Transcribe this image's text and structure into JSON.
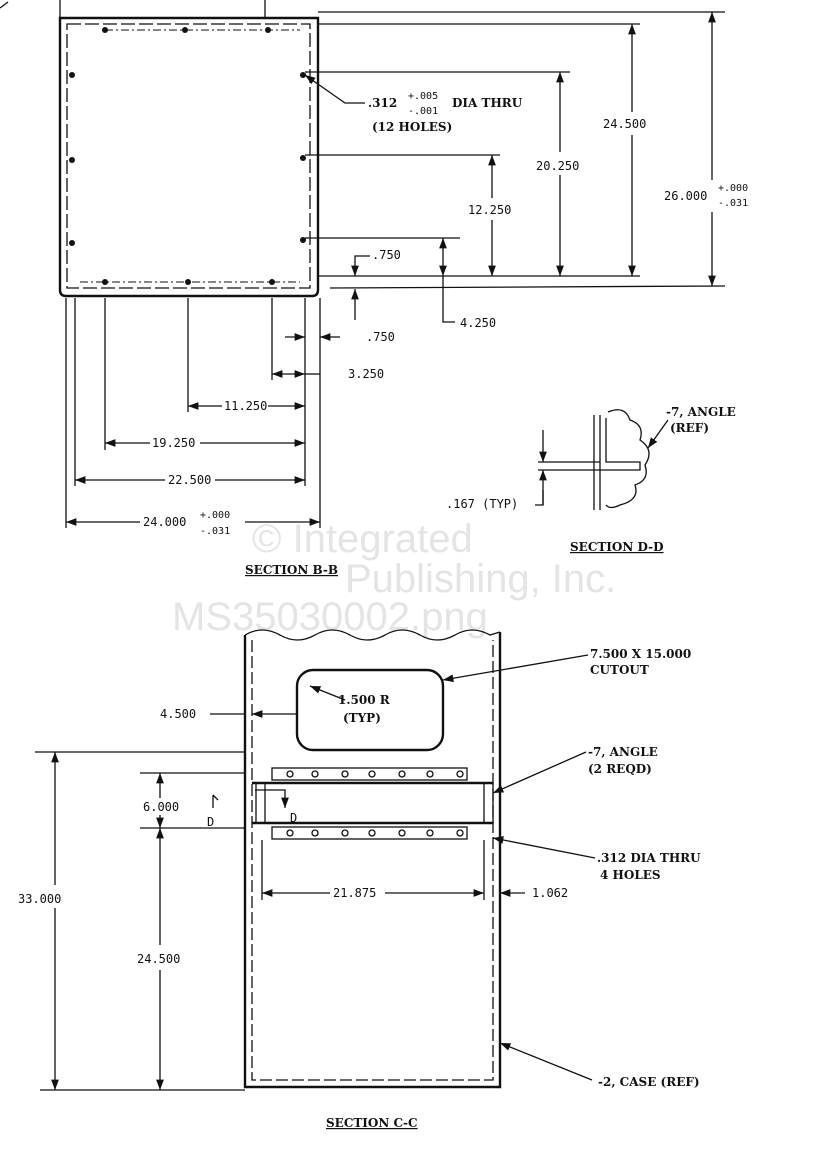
{
  "watermark": {
    "line1": "© Integrated",
    "line2": "Publishing, Inc.",
    "line3": "MS35030002.png"
  },
  "section_bb": {
    "title": "SECTION B-B",
    "hole_note": {
      "size": ".312",
      "tol_plus": "+.005",
      "tol_minus": "-.001",
      "suffix": "DIA THRU",
      "count": "(12 HOLES)"
    },
    "dims": {
      "d24500": "24.500",
      "d20250": "20.250",
      "d12250": "12.250",
      "d750a": ".750",
      "d4250": "4.250",
      "d26000": "26.000",
      "d26_plus": "+.000",
      "d26_minus": "-.031",
      "d750b": ".750",
      "d3250": "3.250",
      "d11250": "11.250",
      "d19250": "19.250",
      "d22500": "22.500",
      "d24000": "24.000",
      "d24_plus": "+.000",
      "d24_minus": "-.031"
    }
  },
  "section_dd": {
    "title": "SECTION D-D",
    "angle_note": "-7, ANGLE",
    "angle_ref": "(REF)",
    "typ": ".167 (TYP)"
  },
  "section_cc": {
    "title": "SECTION C-C",
    "cutout_note": "7.500 X 15.000",
    "cutout_label": "CUTOUT",
    "radius": "1.500 R",
    "radius_typ": "(TYP)",
    "angle_note": "-7, ANGLE",
    "angle_qty": "(2 REQD)",
    "hole_note": ".312 DIA THRU",
    "hole_count": "4 HOLES",
    "case_note": "-2, CASE (REF)",
    "section_mark": "D",
    "dims": {
      "d4500": "4.500",
      "d6000": "6.000",
      "d33000": "33.000",
      "d24500": "24.500",
      "d21875": "21.875",
      "d1062": "1.062"
    }
  }
}
